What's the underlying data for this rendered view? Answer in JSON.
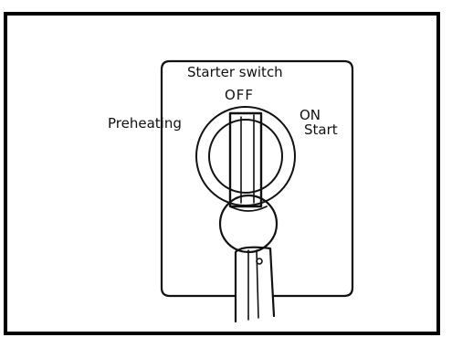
{
  "diagram": {
    "title": "Starter switch",
    "positions": {
      "off": "OFF",
      "preheating": "Preheating",
      "on": "ON",
      "start": "Start"
    },
    "colors": {
      "ink": "#111111",
      "frame": "#000000",
      "background": "#ffffff"
    }
  }
}
